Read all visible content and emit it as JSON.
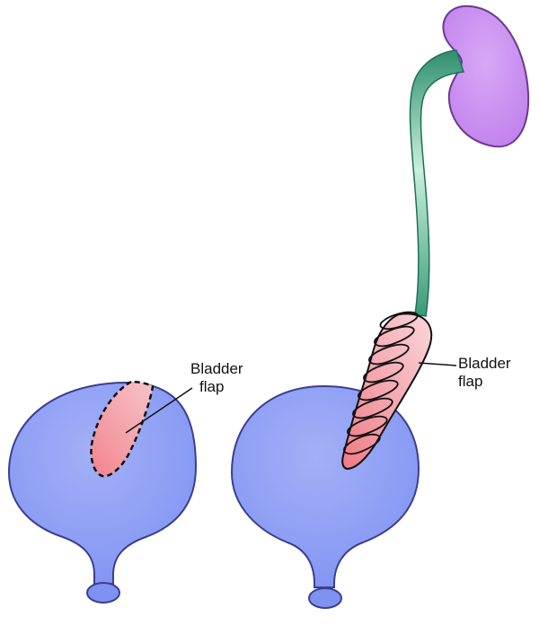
{
  "diagram": {
    "labels": {
      "left_flap_line1": "Bladder",
      "left_flap_line2": "flap",
      "right_flap_line1": "Bladder",
      "right_flap_line2": "flap"
    },
    "colors": {
      "bladder_fill": "#7f92f2",
      "bladder_fill_light": "#a3b0f7",
      "bladder_stroke": "#3b3f8e",
      "flap_fill": "#f2838e",
      "flap_fill_light": "#f7c4c9",
      "ureter_dark": "#2f8f6f",
      "ureter_light": "#c8f0dc",
      "kidney_fill": "#c98cf0",
      "kidney_stroke": "#6b3a8e",
      "outline": "#111111"
    }
  }
}
